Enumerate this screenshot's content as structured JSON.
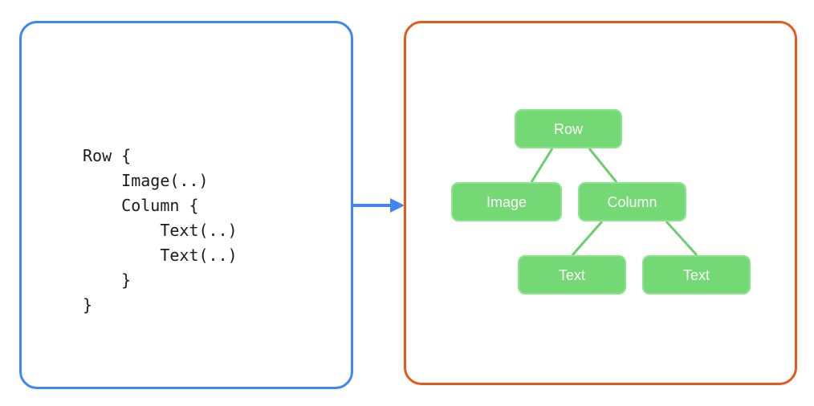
{
  "background_color": "#ffffff",
  "code_panel": {
    "name": "code-panel",
    "border_color": "#4285f4",
    "code": "Row {\n    Image(..)\n    Column {\n        Text(..)\n        Text(..)\n    }\n}",
    "lines": [
      "Row {",
      "    Image(..)",
      "    Column {",
      "        Text(..)",
      "        Text(..)",
      "    }",
      "}"
    ]
  },
  "arrow": {
    "name": "transform-arrow",
    "color": "#4285f4",
    "direction": "right"
  },
  "tree_panel": {
    "name": "tree-panel",
    "border_color": "#e55a1c",
    "node_fill": "#74d975",
    "node_border": "#8ce48d",
    "node_text_color": "#ffffff",
    "edge_color": "#6bcf6e",
    "nodes": [
      {
        "id": "row",
        "label": "Row"
      },
      {
        "id": "image",
        "label": "Image"
      },
      {
        "id": "column",
        "label": "Column"
      },
      {
        "id": "text1",
        "label": "Text"
      },
      {
        "id": "text2",
        "label": "Text"
      }
    ],
    "edges": [
      {
        "from": "row",
        "to": "image"
      },
      {
        "from": "row",
        "to": "column"
      },
      {
        "from": "column",
        "to": "text1"
      },
      {
        "from": "column",
        "to": "text2"
      }
    ]
  }
}
